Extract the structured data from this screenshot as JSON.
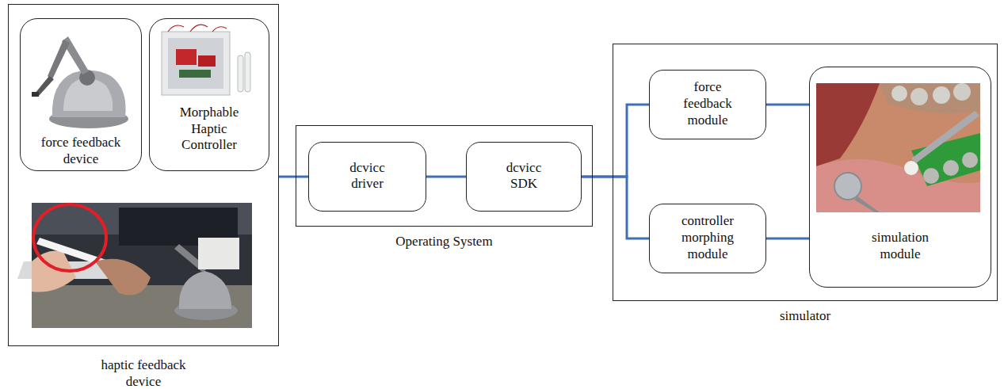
{
  "diagram": {
    "nodes": [
      {
        "text": [
          "haptic feedback device"
        ]
      },
      {
        "text": [
          "force feedback device"
        ],
        "in": 0
      },
      {
        "text": [
          "Morphable Haptic Controller"
        ],
        "in": 0
      },
      {
        "text": [
          "Operating System"
        ]
      },
      {
        "text": [
          "dcvicc driver"
        ],
        "in": 3
      },
      {
        "text": [
          "dcvicc SDK"
        ],
        "in": 3
      },
      {
        "text": [
          "simulator"
        ]
      },
      {
        "text": [
          "force feedback module"
        ],
        "in": 6
      },
      {
        "text": [
          "controller morphing module"
        ],
        "in": 6
      },
      {
        "text": [
          "simulation module"
        ],
        "in": 6
      }
    ],
    "edges": [
      {
        "from": 0,
        "to": 4,
        "arrow": "none"
      },
      {
        "from": 4,
        "to": 5,
        "arrow": "none"
      },
      {
        "from": 5,
        "to": 7,
        "arrow": "none"
      },
      {
        "from": 5,
        "to": 8,
        "arrow": "none"
      },
      {
        "from": 7,
        "to": 9,
        "arrow": "none"
      },
      {
        "from": 8,
        "to": 9,
        "arrow": "none"
      }
    ]
  }
}
